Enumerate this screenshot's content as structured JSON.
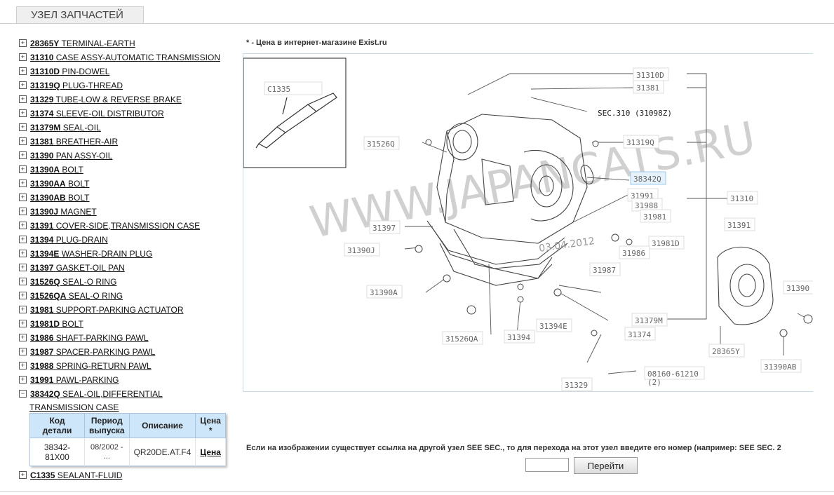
{
  "tab": {
    "title": "УЗЕЛ ЗАПЧАСТЕЙ"
  },
  "note": "* - Цена в интернет-магазине Exist.ru",
  "tree": [
    {
      "code": "28365Y",
      "name": "TERMINAL-EARTH"
    },
    {
      "code": "31310",
      "name": "CASE ASSY-AUTOMATIC TRANSMISSION"
    },
    {
      "code": "31310D",
      "name": "PIN-DOWEL"
    },
    {
      "code": "31319Q",
      "name": "PLUG-THREAD"
    },
    {
      "code": "31329",
      "name": "TUBE-LOW & REVERSE BRAKE"
    },
    {
      "code": "31374",
      "name": "SLEEVE-OIL DISTRIBUTOR"
    },
    {
      "code": "31379M",
      "name": "SEAL-OIL"
    },
    {
      "code": "31381",
      "name": "BREATHER-AIR"
    },
    {
      "code": "31390",
      "name": "PAN ASSY-OIL"
    },
    {
      "code": "31390A",
      "name": "BOLT"
    },
    {
      "code": "31390AA",
      "name": "BOLT"
    },
    {
      "code": "31390AB",
      "name": "BOLT"
    },
    {
      "code": "31390J",
      "name": "MAGNET"
    },
    {
      "code": "31391",
      "name": "COVER-SIDE,TRANSMISSION CASE"
    },
    {
      "code": "31394",
      "name": "PLUG-DRAIN"
    },
    {
      "code": "31394E",
      "name": "WASHER-DRAIN PLUG"
    },
    {
      "code": "31397",
      "name": "GASKET-OIL PAN"
    },
    {
      "code": "31526Q",
      "name": "SEAL-O RING"
    },
    {
      "code": "31526QA",
      "name": "SEAL-O RING"
    },
    {
      "code": "31981",
      "name": "SUPPORT-PARKING ACTUATOR"
    },
    {
      "code": "31981D",
      "name": "BOLT"
    },
    {
      "code": "31986",
      "name": "SHAFT-PARKING PAWL"
    },
    {
      "code": "31987",
      "name": "SPACER-PARKING PAWL"
    },
    {
      "code": "31988",
      "name": "SPRING-RETURN PAWL"
    },
    {
      "code": "31991",
      "name": "PAWL-PARKING"
    }
  ],
  "expanded": {
    "code": "38342Q",
    "name": "SEAL-OIL,DIFFERENTIAL",
    "name2": "TRANSMISSION CASE"
  },
  "table": {
    "headers": [
      "Код детали",
      "Период выпуска",
      "Описание",
      "Цена *"
    ],
    "row": [
      "38342-81X00",
      "08/2002 - ...",
      "QR20DE.AT.F4",
      "Цена"
    ]
  },
  "last_item": {
    "code": "C1335",
    "name": "SEALANT-FLUID"
  },
  "diagram": {
    "labels": [
      "C1335",
      "31310D",
      "31381",
      "SEC.310 (31098Z)",
      "31526Q",
      "31319Q",
      "38342Q",
      "31991",
      "31988",
      "31981",
      "31310",
      "31397",
      "31390J",
      "31981D",
      "31986",
      "31987",
      "31391",
      "31390A",
      "31390",
      "31379M",
      "31394E",
      "31374",
      "31526QA",
      "31394",
      "28365Y",
      "31390AB",
      "31329",
      "08160-61210",
      "(2)",
      "03.04.2012"
    ],
    "watermark": "WWW.JAPANCATS.RU"
  },
  "hint": "Если на изображении существует ссылка на другой узел SEE SEC., то для перехода на этот узел введите его номер (например: SEE SEC. 2",
  "go_button": "Перейти"
}
